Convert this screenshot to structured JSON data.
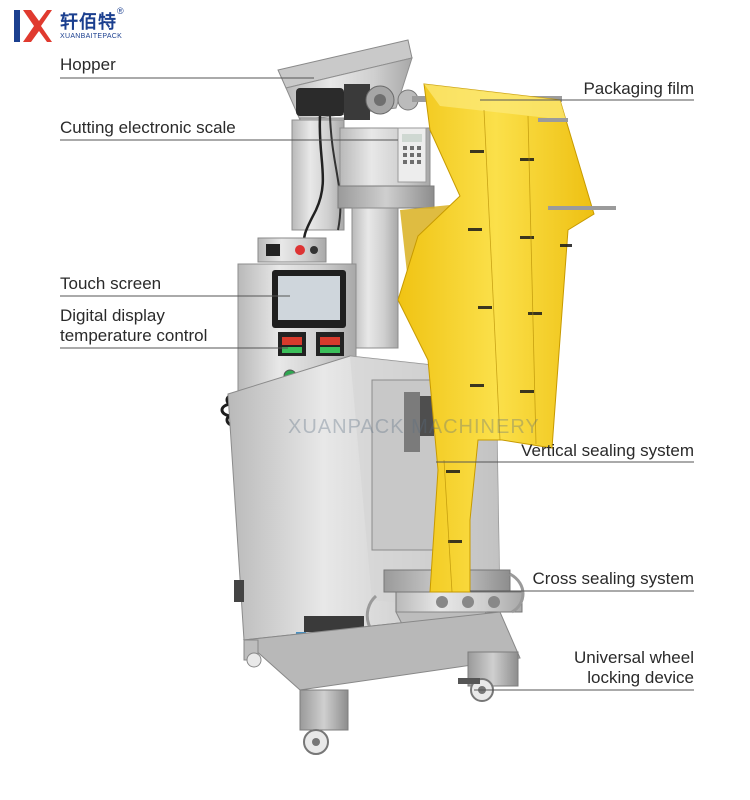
{
  "brand": {
    "name_cn": "轩佰特",
    "name_en": "XUANBAITEPACK",
    "registered_mark": "®",
    "color": "#1b3f8f",
    "accent": "#e03a2f"
  },
  "watermark": "XUANPACK MACHINERY",
  "film_color": "#f7d21c",
  "labels": {
    "hopper": "Hopper",
    "cutting_scale": "Cutting electronic scale",
    "touch_screen": "Touch screen",
    "digital_display_line1": "Digital display",
    "digital_display_line2": "temperature control",
    "packaging_film": "Packaging film",
    "vertical_sealing": "Vertical sealing system",
    "cross_sealing": "Cross sealing system",
    "universal_wheel_line1": "Universal wheel",
    "universal_wheel_line2": "locking device"
  }
}
